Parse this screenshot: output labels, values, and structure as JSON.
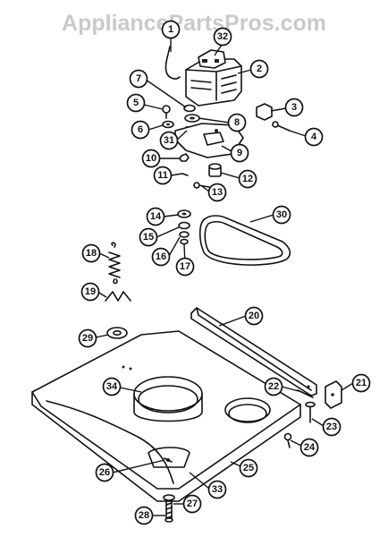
{
  "watermark": "AppliancePartsPros.com",
  "callouts": [
    {
      "id": "c1",
      "label": "1"
    },
    {
      "id": "c2",
      "label": "2"
    },
    {
      "id": "c3",
      "label": "3"
    },
    {
      "id": "c4",
      "label": "4"
    },
    {
      "id": "c5",
      "label": "5"
    },
    {
      "id": "c6",
      "label": "6"
    },
    {
      "id": "c7",
      "label": "7"
    },
    {
      "id": "c8",
      "label": "8"
    },
    {
      "id": "c9",
      "label": "9"
    },
    {
      "id": "c10",
      "label": "10"
    },
    {
      "id": "c11",
      "label": "11"
    },
    {
      "id": "c12",
      "label": "12"
    },
    {
      "id": "c13",
      "label": "13"
    },
    {
      "id": "c14",
      "label": "14"
    },
    {
      "id": "c15",
      "label": "15"
    },
    {
      "id": "c16",
      "label": "16"
    },
    {
      "id": "c17",
      "label": "17"
    },
    {
      "id": "c18",
      "label": "18"
    },
    {
      "id": "c19",
      "label": "19"
    },
    {
      "id": "c20",
      "label": "20"
    },
    {
      "id": "c21",
      "label": "21"
    },
    {
      "id": "c22",
      "label": "22"
    },
    {
      "id": "c23",
      "label": "23"
    },
    {
      "id": "c24",
      "label": "24"
    },
    {
      "id": "c25",
      "label": "25"
    },
    {
      "id": "c26",
      "label": "26"
    },
    {
      "id": "c27",
      "label": "27"
    },
    {
      "id": "c28",
      "label": "28"
    },
    {
      "id": "c29",
      "label": "29"
    },
    {
      "id": "c30",
      "label": "30"
    },
    {
      "id": "c31",
      "label": "31"
    },
    {
      "id": "c32",
      "label": "32"
    },
    {
      "id": "c33",
      "label": "33"
    },
    {
      "id": "c34",
      "label": "34"
    }
  ]
}
